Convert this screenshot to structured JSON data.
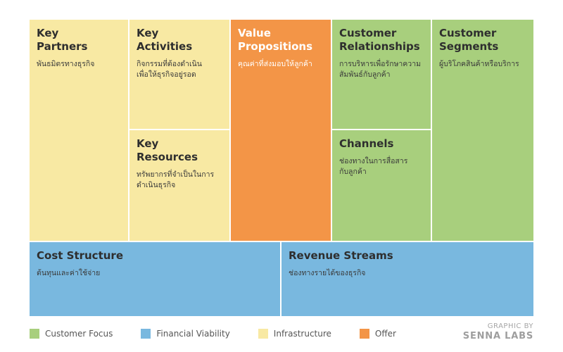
{
  "blocks": {
    "key_partners": {
      "title": "Key\nPartners",
      "desc": "พันธมิตรทางธุรกิจ"
    },
    "key_activities": {
      "title": "Key\nActivities",
      "desc": "กิจกรรมที่ต้องดำเนิน\nเพื่อให้ธุรกิจอยู่รอด"
    },
    "key_resources": {
      "title": "Key\nResources",
      "desc": "ทรัพยากรที่จำเป็นในการ\nดำเนินธุรกิจ"
    },
    "value_propositions": {
      "title": "Value\nPropositions",
      "desc": "คุณค่าที่ส่งมอบให้ลูกค้า"
    },
    "customer_relationships": {
      "title": "Customer\nRelationships",
      "desc": "การบริหารเพื่อรักษาความ\nสัมพันธ์กับลูกค้า"
    },
    "channels": {
      "title": "Channels",
      "desc": "ช่องทางในการสื่อสาร\nกับลูกค้า"
    },
    "customer_segments": {
      "title": "Customer\nSegments",
      "desc": "ผู้บริโภคสินค้าหรือบริการ"
    },
    "cost_structure": {
      "title": "Cost Structure",
      "desc": "ต้นทุนและค่าใช้จ่าย"
    },
    "revenue_streams": {
      "title": "Revenue Streams",
      "desc": "ช่องทางรายได้ของธุรกิจ"
    }
  },
  "colors": {
    "customer_focus": "#a8cf7d",
    "financial_viability": "#79b8df",
    "infrastructure": "#f8e9a3",
    "offer": "#f39547"
  },
  "legend": [
    {
      "label": "Customer Focus",
      "color": "#a8cf7d"
    },
    {
      "label": "Financial Viability",
      "color": "#79b8df"
    },
    {
      "label": "Infrastructure",
      "color": "#f8e9a3"
    },
    {
      "label": "Offer",
      "color": "#f39547"
    }
  ],
  "credit": {
    "line1": "GRAPHIC BY",
    "line2": "SENNA LABS"
  }
}
